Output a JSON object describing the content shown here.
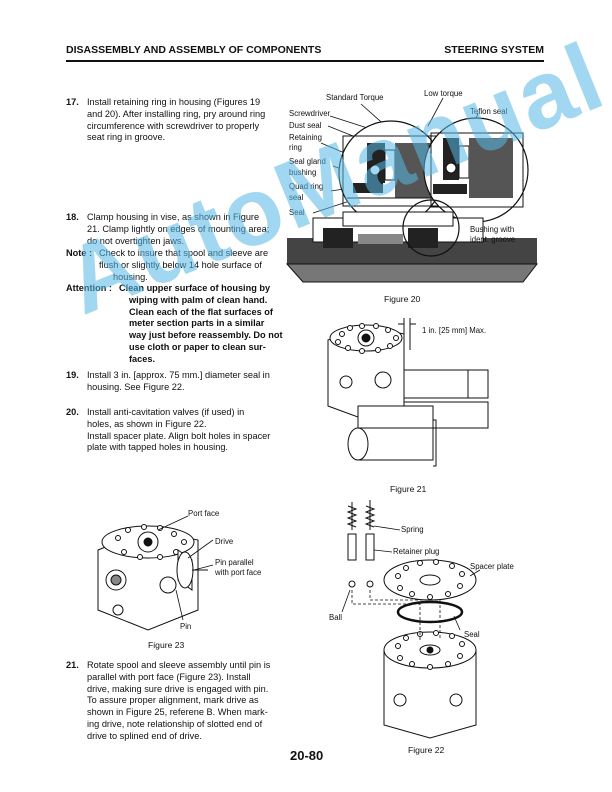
{
  "header": {
    "left": "DISASSEMBLY AND ASSEMBLY OF COMPONENTS",
    "right": "STEERING SYSTEM"
  },
  "steps": {
    "s17": {
      "num": "17.",
      "lines": [
        "Install retaining ring in housing (Figures 19",
        "and 20). After installing ring, pry around ring",
        "circumference with screwdriver to properly",
        "seat ring in groove."
      ]
    },
    "s18": {
      "num": "18.",
      "lines": [
        "Clamp housing in vise, as shown in Figure",
        "21. Clamp lightly on edges of mounting area;",
        "do not overtighten jaws."
      ]
    },
    "note": {
      "label": "Note :",
      "lines": [
        "Check to insure that spool and sleeve are",
        "flush or slightly below 14 hole surface of",
        "housing."
      ]
    },
    "attention": {
      "label": "Attention :",
      "lines": [
        "Clean upper surface of housing by",
        "wiping with palm of clean hand.",
        "Clean each of the flat surfaces of",
        "meter section parts in a similar",
        "way just before reassembly. Do not",
        "use cloth or paper to clean sur-",
        "faces."
      ]
    },
    "s19": {
      "num": "19.",
      "lines": [
        "Install 3 in. [approx. 75 mm.] diameter seal in",
        "housing. See Figure 22."
      ]
    },
    "s20": {
      "num": "20.",
      "lines": [
        "Install anti-cavitation valves (if used) in",
        "holes, as shown in Figure 22.",
        "Install spacer plate. Align bolt holes in spacer",
        "plate with tapped holes in housing."
      ]
    },
    "s21": {
      "num": "21.",
      "lines": [
        "Rotate spool and sleeve assembly until pin is",
        "parallel with port face (Figure 23). Install",
        "drive, making sure drive is engaged with pin.",
        "To assure proper alignment, mark drive as",
        "shown in Figure 25, referene B. When mark-",
        "ing drive, note relationship of slotted end of",
        "drive to splined end of drive."
      ]
    }
  },
  "fig20": {
    "caption": "Figure 20",
    "labels": {
      "standard_torque": "Standard Torque",
      "low_torque": "Low torque",
      "screwdriver": "Screwdriver",
      "dust_seal": "Dust seal",
      "teflon_seal": "Teflon seal",
      "retaining": "Retaining",
      "ring": "ring",
      "seal_gland": "Seal gland",
      "bushing": "bushing",
      "quad_ring": "Quad ring",
      "seal": "seal",
      "seal2": "Seal",
      "bushing_with": "Bushing with",
      "ident_groove": "ident. groove"
    }
  },
  "fig21": {
    "caption": "Figure 21",
    "dim_label": "1 in. [25 mm] Max."
  },
  "fig23": {
    "caption": "Figure 23",
    "labels": {
      "port_face": "Port face",
      "drive": "Drive",
      "pin_parallel": "Pin parallel",
      "with_port_face": "with port face",
      "pin": "Pin"
    }
  },
  "fig22": {
    "caption": "Figure 22",
    "labels": {
      "spring": "Spring",
      "retainer_plug": "Retainer plug",
      "spacer_plate": "Spacer plate",
      "ball": "Ball",
      "seal": "Seal"
    }
  },
  "page_number": "20-80",
  "watermark": "AutoManual",
  "colors": {
    "watermark": "#56b8e4",
    "ink": "#111111"
  }
}
